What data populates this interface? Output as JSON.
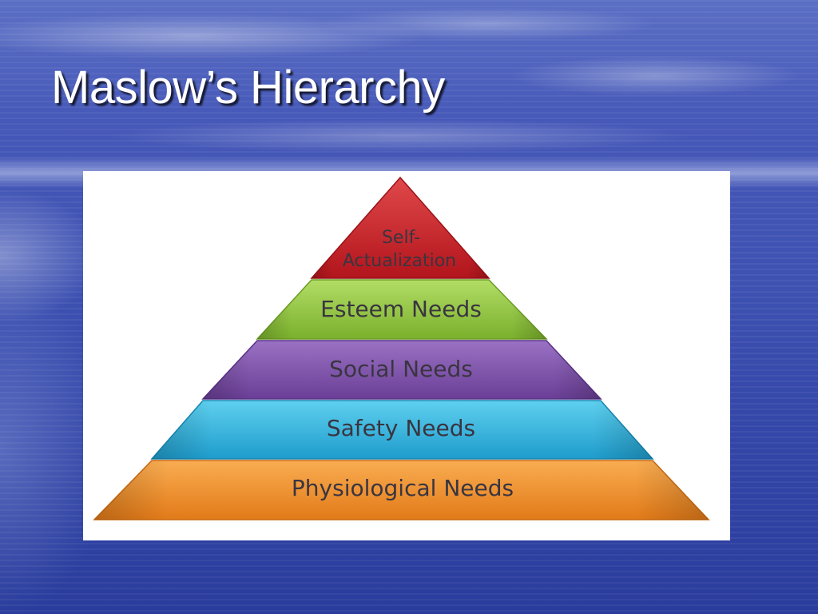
{
  "slide": {
    "title": "Maslow’s Hierarchy"
  },
  "pyramid": {
    "tiers": [
      {
        "label_line1": "Self-",
        "label_line2": "Actualization",
        "color": "#c8282d"
      },
      {
        "label": "Esteem Needs",
        "color": "#8fc43c"
      },
      {
        "label": "Social Needs",
        "color": "#7b4fa6"
      },
      {
        "label": "Safety Needs",
        "color": "#2db3dc"
      },
      {
        "label": "Physiological Needs",
        "color": "#f08c2a"
      }
    ]
  }
}
